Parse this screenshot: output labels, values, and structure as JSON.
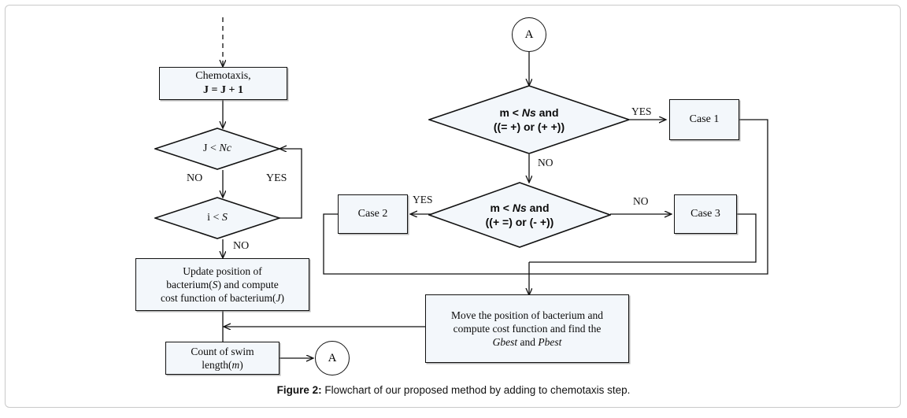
{
  "figure": {
    "caption_label": "Figure 2:",
    "caption_text": " Flowchart of our proposed method by adding to chemotaxis step."
  },
  "colors": {
    "node_fill": "#f3f7fb",
    "node_stroke": "#111111",
    "frame_border": "#c9c9c9",
    "text": "#0b0b0b"
  },
  "nodes": {
    "chemotaxis": {
      "line1": "Chemotaxis,",
      "line2": "J = J + 1"
    },
    "decision_jnc": {
      "prefix": "J < ",
      "italic": "Nc"
    },
    "decision_is": {
      "prefix": "i < ",
      "italic": "S"
    },
    "update_position": {
      "line1": "Update position of",
      "line2_a": "bacterium(",
      "line2_i": "S",
      "line2_b": ") and compute",
      "line3_a": "cost function of bacterium(",
      "line3_i": "J",
      "line3_b": ")"
    },
    "count_swim": {
      "line1": "Count of swim",
      "line2_a": "length(",
      "line2_i": "m",
      "line2_b": ")"
    },
    "connector_a_bottom": {
      "label": "A"
    },
    "connector_a_top": {
      "label": "A"
    },
    "decision_top_right": {
      "line1_a": "m < ",
      "line1_i": "Ns",
      "line1_b": " and",
      "line2": "((= +) or  (+ +))"
    },
    "decision_bottom_right": {
      "line1_a": "m < ",
      "line1_i": "Ns",
      "line1_b": " and",
      "line2": "((+ =) or  (- +))"
    },
    "case1": {
      "label": "Case 1"
    },
    "case2": {
      "label": "Case 2"
    },
    "case3": {
      "label": "Case 3"
    },
    "move_position": {
      "line1": "Move the position of bacterium and",
      "line2": "compute cost function and find the",
      "line3_i1": "Gbest",
      "line3_mid": " and ",
      "line3_i2": "Pbest"
    }
  },
  "edge_labels": {
    "jnc_no": "NO",
    "jnc_yes": "YES",
    "is_no": "NO",
    "top_right_yes": "YES",
    "top_right_no": "NO",
    "bottom_right_yes": "YES",
    "bottom_right_no": "NO"
  }
}
